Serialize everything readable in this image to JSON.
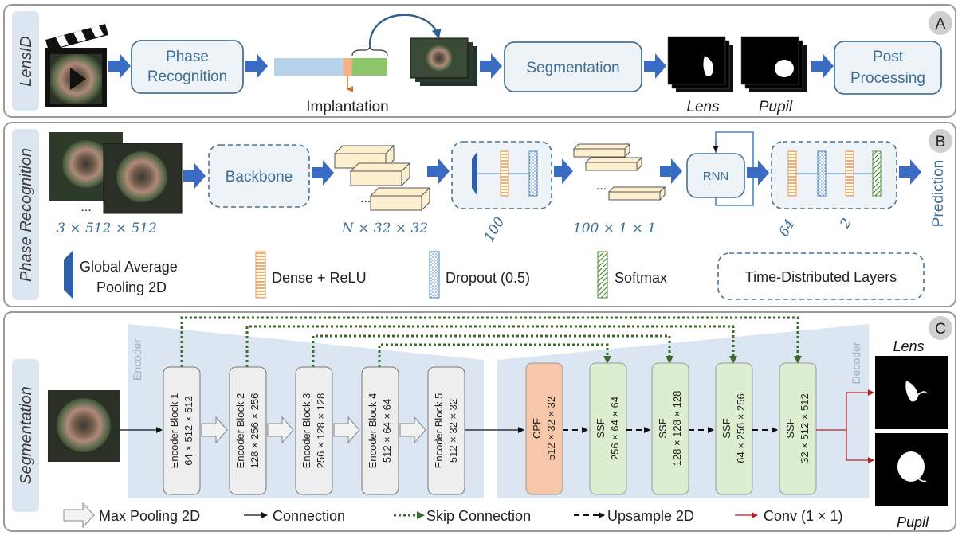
{
  "panels": {
    "A": {
      "letter": "A",
      "side_title": "LensID"
    },
    "B": {
      "letter": "B",
      "side_title": "Phase Recognition"
    },
    "C": {
      "letter": "C",
      "side_title": "Segmentation"
    }
  },
  "panel_a": {
    "phase_recognition": "Phase",
    "phase_recognition_2": "Recognition",
    "implantation": "Implantation",
    "segmentation": "Segmentation",
    "post_processing": "Post",
    "post_processing_2": "Processing",
    "lens_label": "Lens",
    "pupil_label": "Pupil"
  },
  "panel_b": {
    "input_dim": "3 × 512 × 512",
    "backbone": "Backbone",
    "feature_dim": "N × 32 × 32",
    "dense_units": "100",
    "pooled_dim": "100 × 1 × 1",
    "rnn": "RNN",
    "td_units_1": "64",
    "td_units_2": "2",
    "prediction": "Prediction",
    "legend": {
      "gap": "Global Average",
      "gap_2": "Pooling 2D",
      "dense": "Dense + ReLU",
      "dropout": "Dropout (0.5)",
      "softmax": "Softmax",
      "td": "Time-Distributed Layers"
    }
  },
  "panel_c": {
    "encoder_label": "Encoder",
    "decoder_label": "Decoder",
    "encoder_blocks": [
      {
        "name": "Encoder Block 1",
        "dim": "64 × 512 × 512"
      },
      {
        "name": "Encoder Block 2",
        "dim": "128 × 256 × 256"
      },
      {
        "name": "Encoder Block 3",
        "dim": "256 × 128 × 128"
      },
      {
        "name": "Encoder Block 4",
        "dim": "512 × 64 × 64"
      },
      {
        "name": "Encoder Block 5",
        "dim": "512 × 32 × 32"
      }
    ],
    "decoder_blocks": [
      {
        "name": "CPF",
        "dim": "512 × 32 × 32"
      },
      {
        "name": "SSF",
        "dim": "256 × 64 × 64"
      },
      {
        "name": "SSF",
        "dim": "128 × 128 × 128"
      },
      {
        "name": "SSF",
        "dim": "64 × 256 × 256"
      },
      {
        "name": "SSF",
        "dim": "32 × 512 × 512"
      }
    ],
    "lens_label": "Lens",
    "pupil_label": "Pupil",
    "legend": {
      "maxpool": "Max Pooling 2D",
      "connection": "Connection",
      "skip": "Skip Connection",
      "upsample": "Upsample 2D",
      "conv": "Conv (1 × 1)"
    }
  },
  "colors": {
    "arrow_blue": "#3b6cc4",
    "box_fill": "#eef3f8",
    "box_stroke": "#4a7396",
    "dense_orange": "#ee9a4d",
    "dropout_blue": "#4a86c5",
    "softmax_green": "#4f8c3a",
    "encoder_bg": "#dbe6f2",
    "cpf_fill": "#f6c7a8",
    "ssf_fill": "#dcedd0",
    "skip_green": "#3c6a2c",
    "conv_red": "#b22222"
  }
}
